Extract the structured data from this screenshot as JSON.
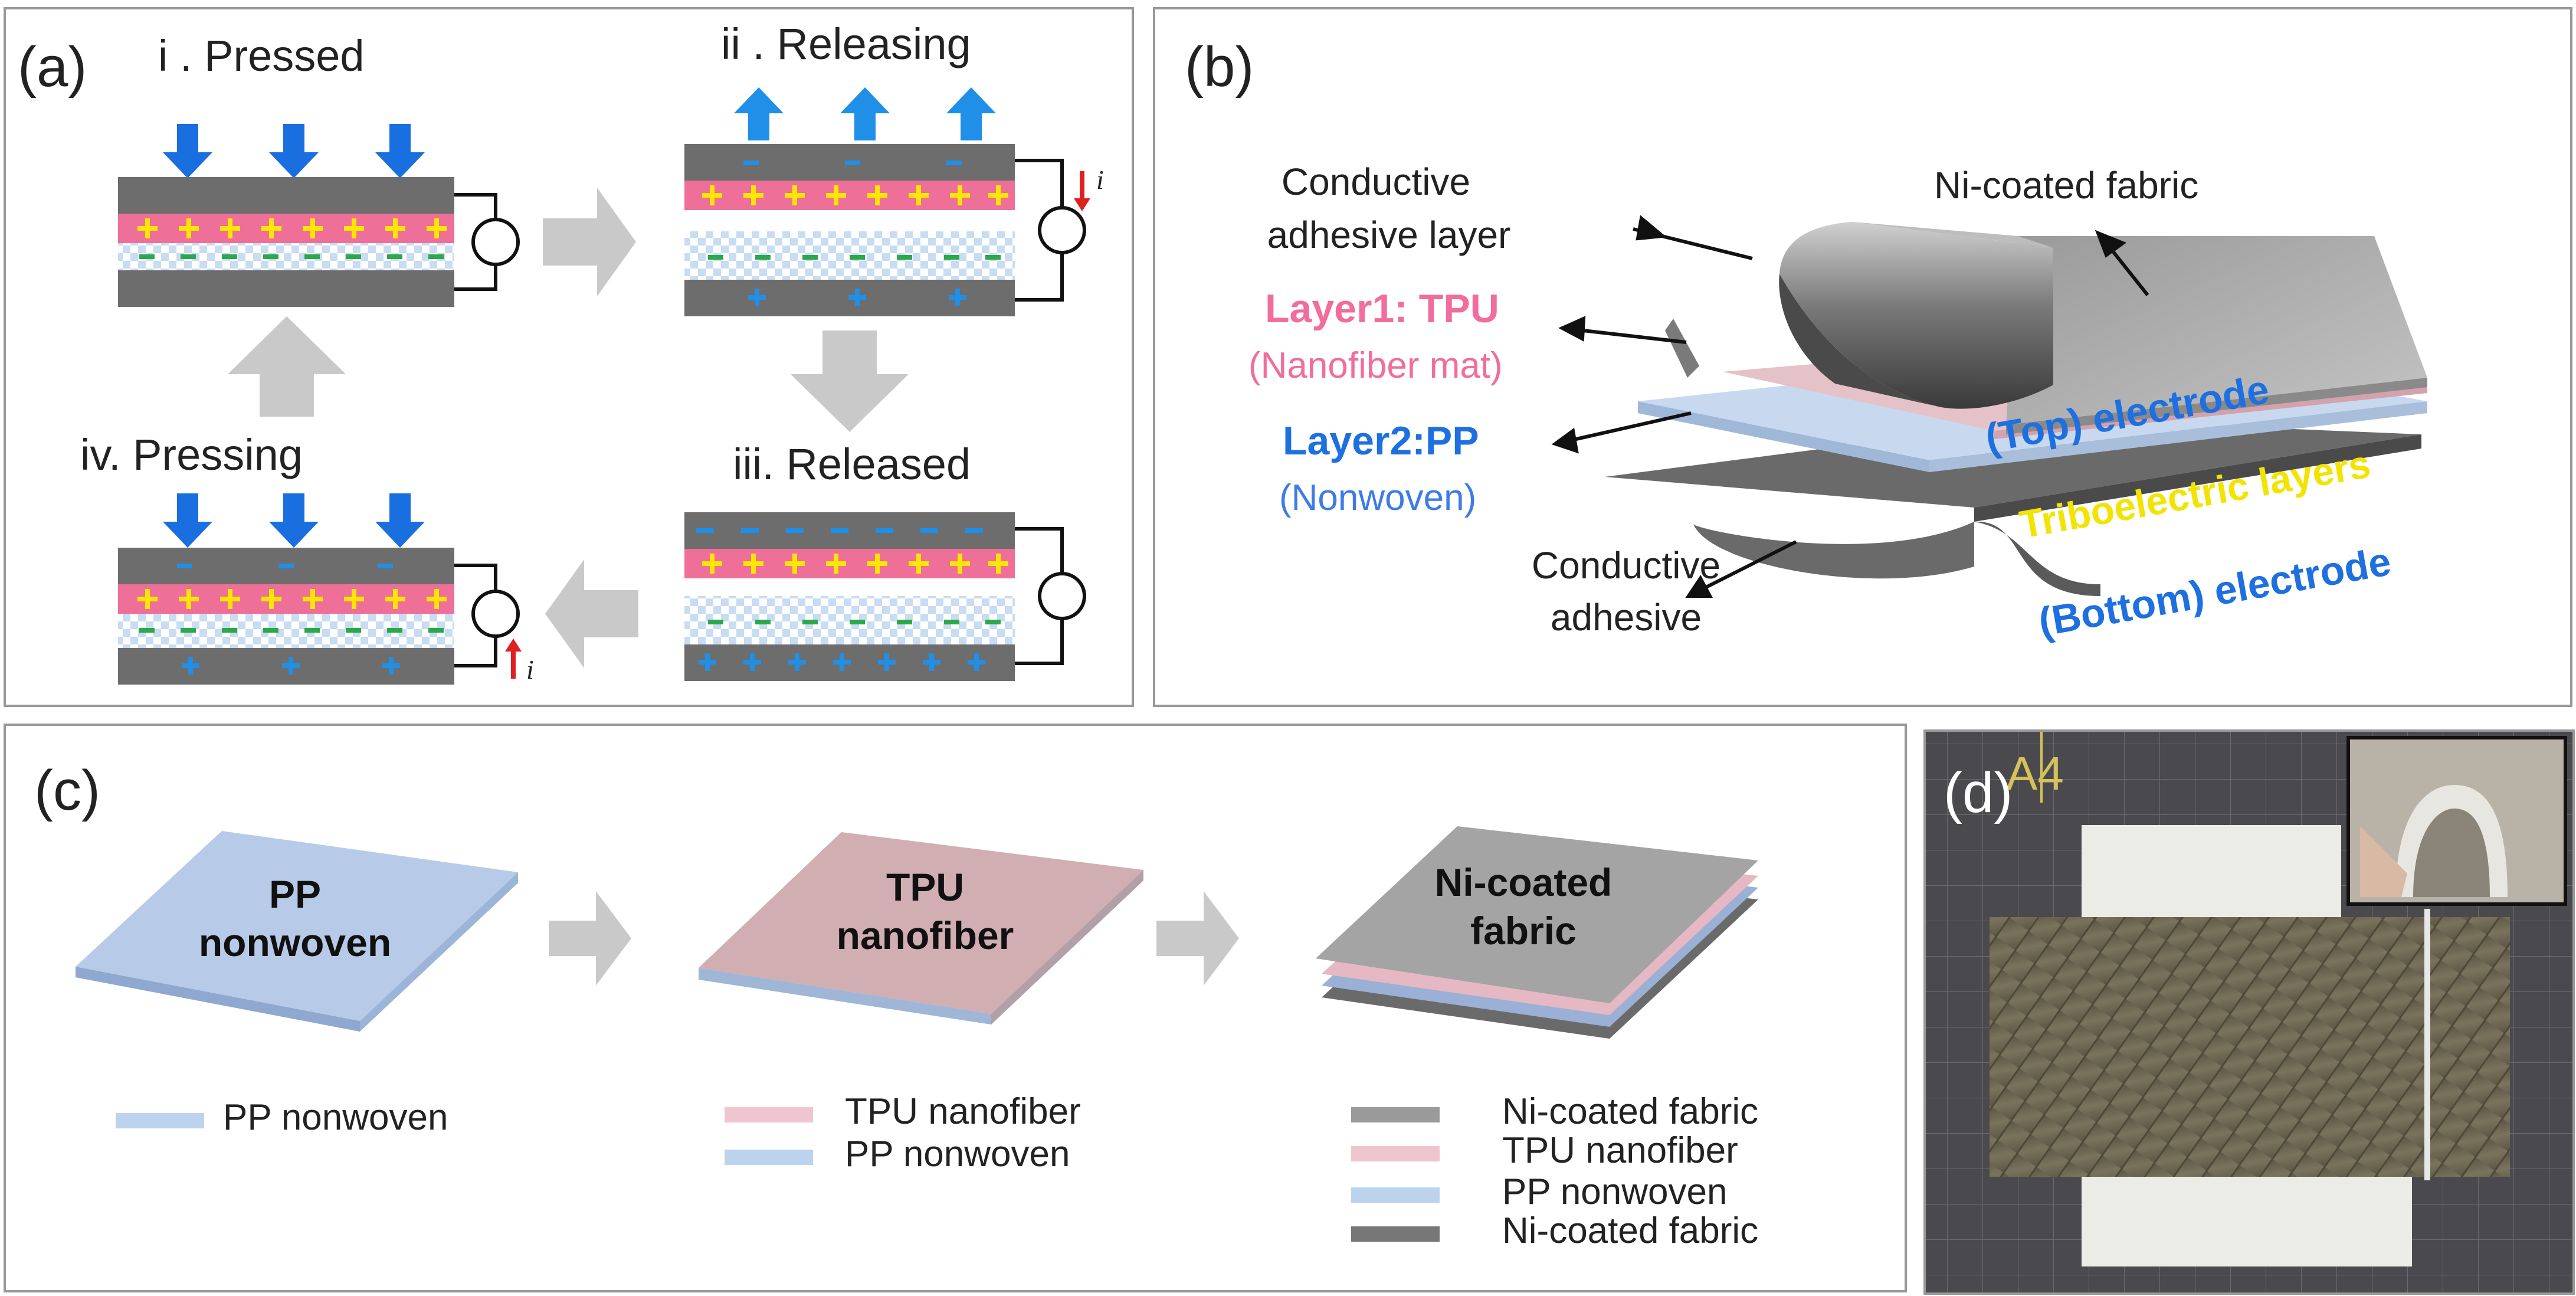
{
  "panel_a": {
    "label": "(a)",
    "stage1": "i . Pressed",
    "stage2": "ii . Releasing",
    "stage3": "iii. Released",
    "stage4": "iv. Pressing",
    "current_symbol": "i",
    "plus": "+",
    "minus": "-"
  },
  "panel_b": {
    "label": "(b)",
    "conductive_adhesive_layer_line1": "Conductive",
    "conductive_adhesive_layer_line2": "adhesive layer",
    "ni_coated_fabric": "Ni-coated fabric",
    "layer1_title": "Layer1: TPU",
    "layer1_sub": "(Nanofiber mat)",
    "layer2_title": "Layer2:PP",
    "layer2_sub": "(Nonwoven)",
    "conductive_adhesive_line1": "Conductive",
    "conductive_adhesive_line2": "adhesive",
    "top_electrode": "(Top) electrode",
    "triboelectric_layers": "Triboelectric layers",
    "bottom_electrode": "(Bottom) electrode"
  },
  "panel_c": {
    "label": "(c)",
    "step1_line1": "PP",
    "step1_line2": "nonwoven",
    "step2_line1": "TPU",
    "step2_line2": "nanofiber",
    "step3_line1": "Ni-coated",
    "step3_line2": "fabric",
    "legend1": [
      "PP nonwoven"
    ],
    "legend2": [
      "TPU nanofiber",
      "PP nonwoven"
    ],
    "legend3": [
      "Ni-coated fabric",
      "TPU nanofiber",
      "PP nonwoven",
      "Ni-coated fabric"
    ]
  },
  "panel_d": {
    "label": "(d)",
    "paper_mark": "A4"
  },
  "colors": {
    "electrode": "#6d6d6d",
    "tpu": "#ee6f98",
    "pp_pattern": "#bcd3ee",
    "plus": "#ffe600",
    "minus": "#2aa84a",
    "blue_charge": "#1f8fe8",
    "press_arrow": "#1a6fe0",
    "current_arrow": "#e02020",
    "flow_arrow": "#c9c9c9",
    "pink_text": "#f06d9d",
    "blue_text": "#1e6fe0",
    "yellow_text": "#f2e400"
  }
}
